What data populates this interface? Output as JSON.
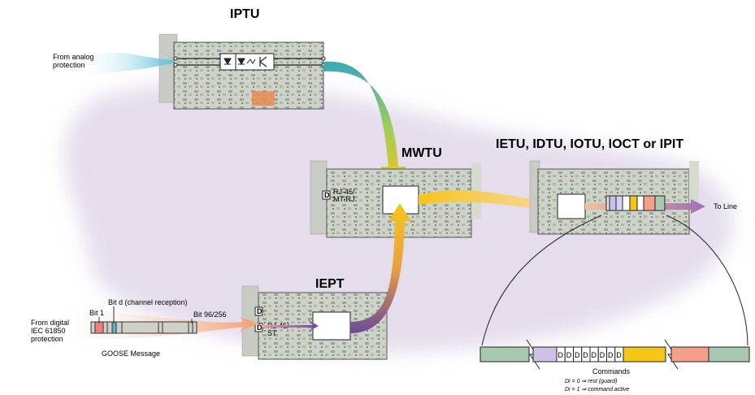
{
  "boards": {
    "iptu": {
      "title": "IPTU"
    },
    "mwtu": {
      "title": "MWTU"
    },
    "iept": {
      "title": "IEPT"
    },
    "target": {
      "title": "IETU, IDTU, IOTU, IOCT or IPIT"
    }
  },
  "labels": {
    "from_analog": [
      "From analog",
      "protection"
    ],
    "from_digital": [
      "From digital",
      "IEC 61850",
      "protection"
    ],
    "mwtu_port": [
      "RJ-45/",
      "MT-RJ"
    ],
    "iept_port": [
      "RJ-45/",
      "ST"
    ],
    "to_line": "To Line",
    "bit1": "Bit 1",
    "bitd": "Bit d (channel reception)",
    "bit96": "Bit 96/256",
    "goose": "GOOSE Message",
    "commands": "Commands",
    "legend_rest": "Di = 0 ⇒ rest (guard)",
    "legend_active": "Di = 1 ⇒ command active",
    "d_cell": "D"
  },
  "colors": {
    "background_blob": "#e4dcea",
    "analog_arrow": "#7fd0e0",
    "digital_arrow": "#f6b080",
    "yellow": "#f5c518",
    "purple": "#6a4a9a",
    "teal": "#2aa8a8",
    "salmon": "#f5a08a",
    "sage": "#a8c8b0",
    "lavender": "#d0c0e8"
  }
}
